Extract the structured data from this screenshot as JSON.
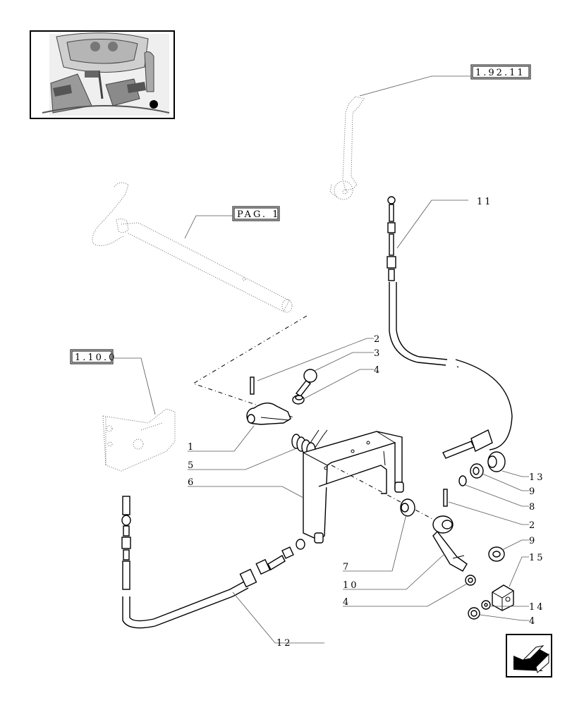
{
  "references": {
    "ref_1_92_11": "1.92.11",
    "ref_pag_1": "PAG. 1",
    "ref_1_10_0": "1.10.0"
  },
  "callouts": {
    "c11": "11",
    "c2a": "2",
    "c3": "3",
    "c4a": "4",
    "c1": "1",
    "c5": "5",
    "c6": "6",
    "c13": "13",
    "c9a": "9",
    "c8": "8",
    "c2b": "2",
    "c9b": "9",
    "c15": "15",
    "c7": "7",
    "c10": "10",
    "c4b": "4",
    "c14": "14",
    "c4c": "4",
    "c12": "12"
  },
  "nav": {
    "back_icon": "back-arrow-icon"
  }
}
